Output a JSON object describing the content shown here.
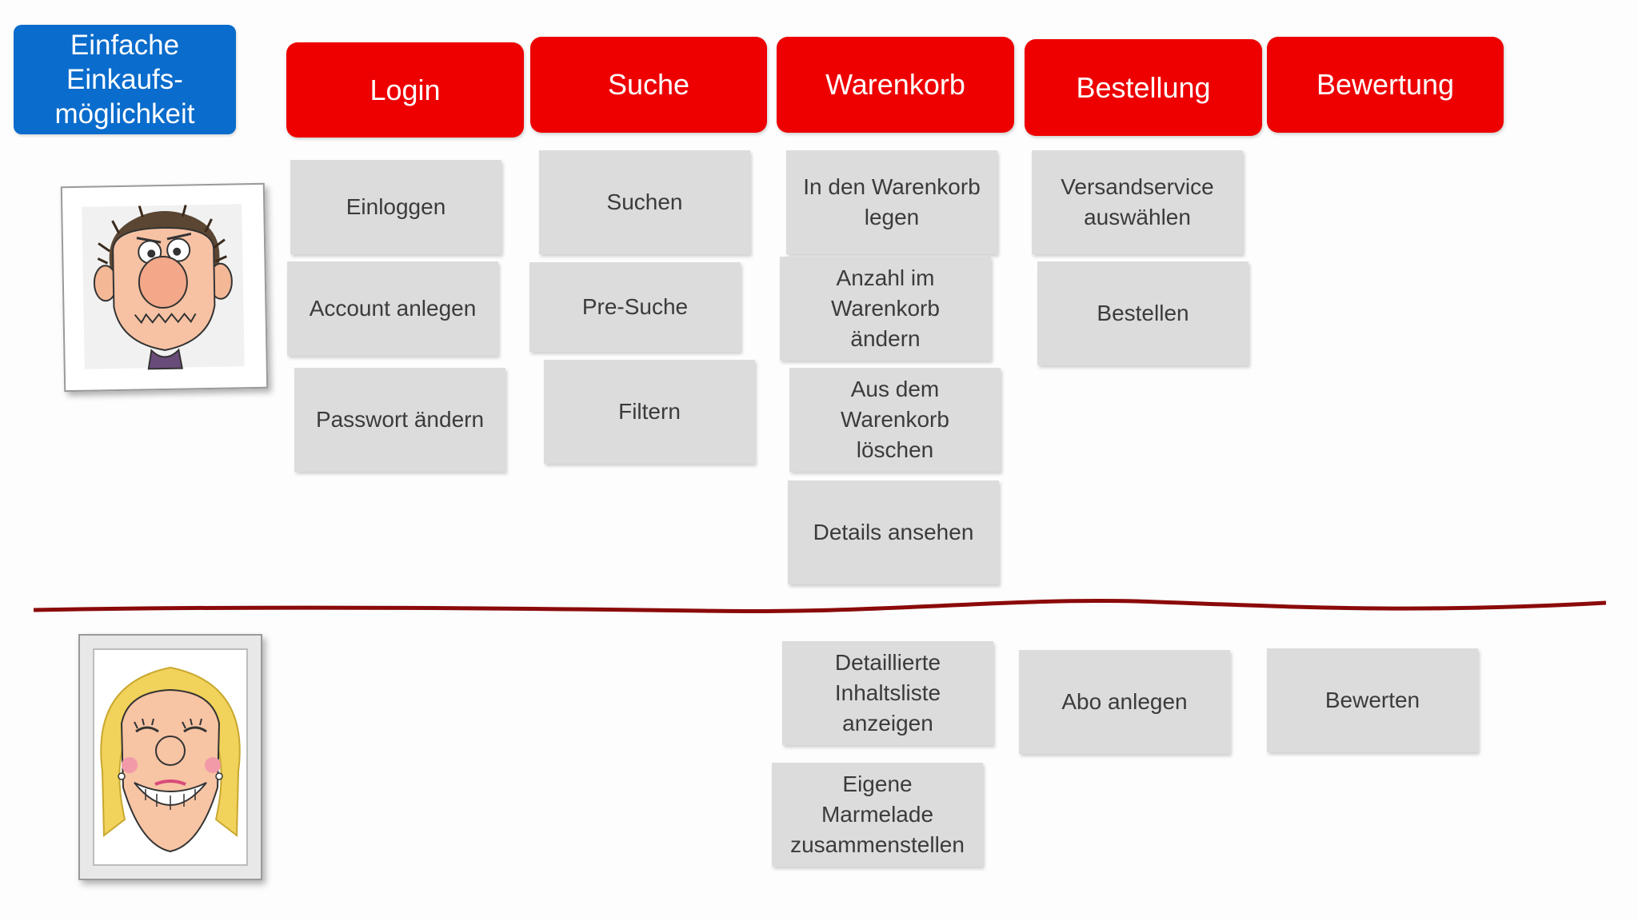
{
  "goal": {
    "label": "Einfache\nEinkaufs-\nmöglichkeit",
    "color": "#0a6ccc"
  },
  "activities": [
    {
      "id": "login",
      "label": "Login"
    },
    {
      "id": "suche",
      "label": "Suche"
    },
    {
      "id": "warenkorb",
      "label": "Warenkorb"
    },
    {
      "id": "bestellung",
      "label": "Bestellung"
    },
    {
      "id": "bewertung",
      "label": "Bewertung"
    }
  ],
  "activity_color": "#ee0000",
  "card_color": "#dcdcdc",
  "separator_color": "#8b0a0a",
  "personas": [
    {
      "id": "persona-1",
      "icon": "grumpy-man-portrait"
    },
    {
      "id": "persona-2",
      "icon": "smiling-woman-portrait"
    }
  ],
  "release_1": {
    "login": [
      "Einloggen",
      "Account anlegen",
      "Passwort ändern"
    ],
    "suche": [
      "Suchen",
      "Pre-Suche",
      "Filtern"
    ],
    "warenkorb": [
      "In den Warenkorb\nlegen",
      "Anzahl im\nWarenkorb\nändern",
      "Aus dem\nWarenkorb\nlöschen",
      "Details ansehen"
    ],
    "bestellung": [
      "Versandservice\nauswählen",
      "Bestellen"
    ]
  },
  "release_2": {
    "warenkorb": [
      "Detaillierte\nInhaltsliste\nanzeigen",
      "Eigene\nMarmelade\nzusammenstellen"
    ],
    "bestellung": [
      "Abo anlegen"
    ],
    "bewertung": [
      "Bewerten"
    ]
  }
}
